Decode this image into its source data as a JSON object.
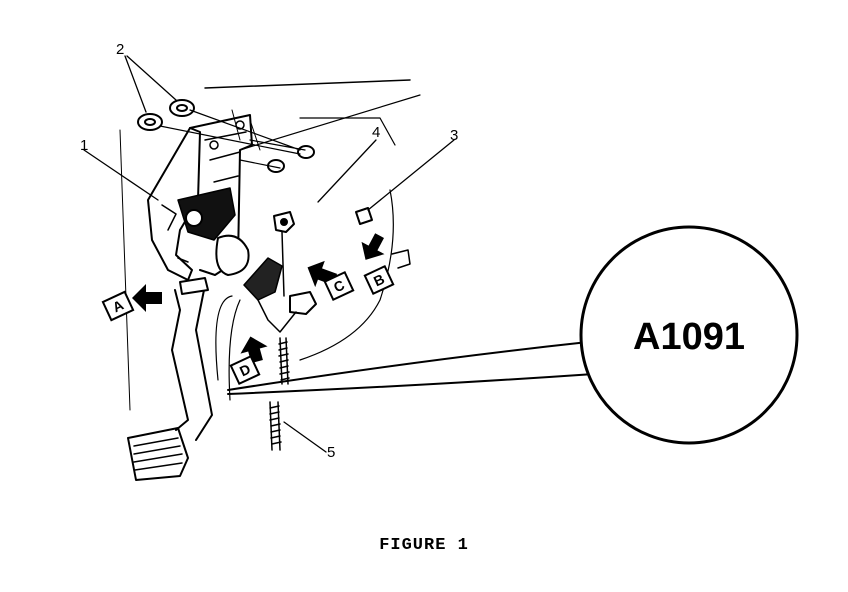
{
  "diagram": {
    "callouts": [
      "1",
      "2",
      "3",
      "4",
      "5"
    ],
    "view_arrows": [
      "A",
      "B",
      "C",
      "D"
    ],
    "badge_label": "A1091",
    "caption": "FIGURE 1"
  }
}
